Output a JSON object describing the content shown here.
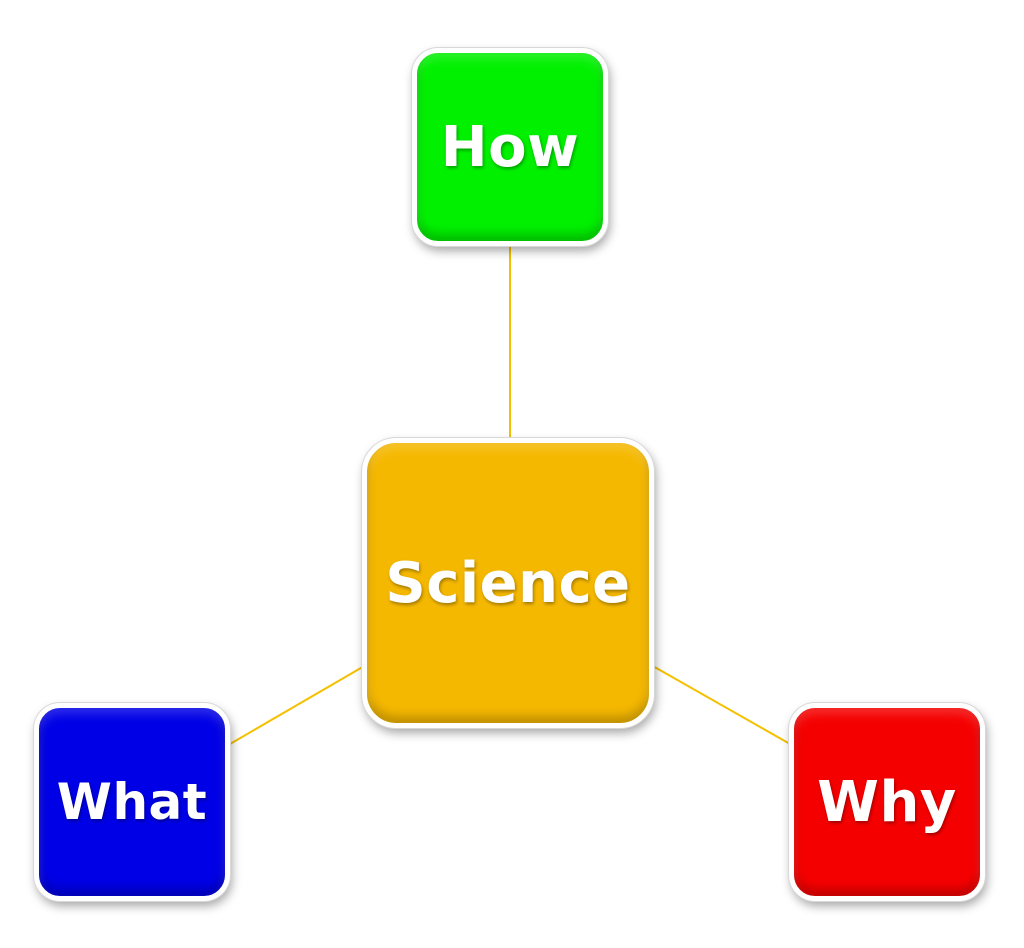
{
  "diagram": {
    "center": {
      "label": "Science",
      "color": "#F5B800"
    },
    "how": {
      "label": "How",
      "color": "#00F000"
    },
    "what": {
      "label": "What",
      "color": "#0000E6"
    },
    "why": {
      "label": "Why",
      "color": "#F50000"
    },
    "connector_color": "#F5C000"
  }
}
